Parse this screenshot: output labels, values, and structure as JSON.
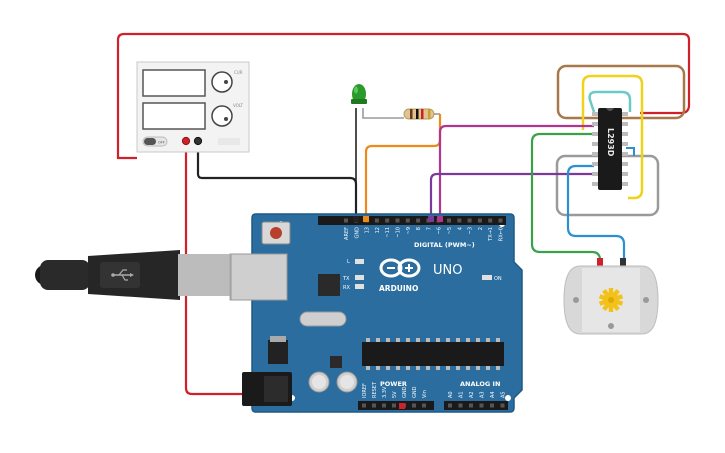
{
  "colors": {
    "board": "#2a6d9e",
    "board_edge": "#1f5a86",
    "wire_red": "#d0202a",
    "wire_black": "#222222",
    "wire_orange": "#ec8a1a",
    "wire_magenta": "#b0358f",
    "wire_purple": "#7b3a9a",
    "wire_green": "#3aa04a",
    "wire_blue": "#2a90d0",
    "wire_yellow": "#f0d21a",
    "wire_cyan": "#6cc9c9",
    "wire_brown": "#a8784a",
    "wire_gray": "#9a9a9a",
    "led": "#2a9a2a",
    "chip": "#1a1a1a",
    "motor_body": "#d8d8d8",
    "gear": "#f3c21a"
  },
  "power_supply": {
    "button_label": "OFF",
    "knob_top_label": "CUR",
    "knob_bottom_label": "VOLT"
  },
  "arduino": {
    "brand": "ARDUINO",
    "model": "UNO",
    "digital_label": "DIGITAL (PWM~)",
    "power_label": "POWER",
    "analog_label": "ANALOG IN",
    "on_label": "ON",
    "l_label": "L",
    "tx_label": "TX",
    "rx_label": "RX",
    "digital_pins": [
      "AREF",
      "GND",
      "13",
      "12",
      "~11",
      "~10",
      "~9",
      "8",
      "7",
      "~6",
      "~5",
      "4",
      "~3",
      "2",
      "TX→1",
      "RX←0"
    ],
    "power_pins": [
      "IOREF",
      "RESET",
      "3.3V",
      "5V",
      "GND",
      "GND",
      "Vin"
    ],
    "analog_pins": [
      "A0",
      "A1",
      "A2",
      "A3",
      "A4",
      "A5"
    ]
  },
  "driver_chip": {
    "label": "L293D"
  },
  "motor": {
    "icon": "dc-motor-icon"
  }
}
